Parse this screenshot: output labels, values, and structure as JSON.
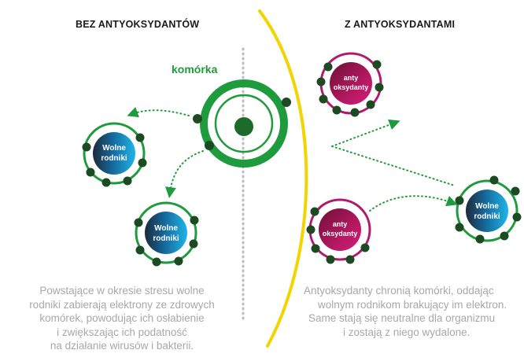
{
  "left": {
    "heading": "BEZ ANTYOKSYDANTÓW",
    "cell_label": "komórka",
    "radical_label": [
      "Wolne",
      "rodniki"
    ],
    "caption_lines": [
      "Powstające w okresie stresu wolne",
      "rodniki zabierają elektrony ze zdrowych",
      "komórek, powodując ich osłabienie",
      "i zwiększając ich podatność",
      "na działanie wirusów i bakterii."
    ]
  },
  "right": {
    "heading": "Z ANTYOKSYDANTAMI",
    "antioxidant_label": [
      "anty",
      "oksydanty"
    ],
    "radical_label": [
      "Wolne",
      "rodniki"
    ],
    "caption_lines": [
      "Antyoksydanty chronią komórki, oddając",
      "wolnym rodnikom brakujący im elektron.",
      "Same stają się neutralne dla organizmu",
      "i zostają z niego wydalone."
    ]
  },
  "colors": {
    "green": "#1e9b3c",
    "dark_green": "#1c4a22",
    "yellow": "#f2d500",
    "magenta": "#b0196e",
    "blue": "#1aa3d9",
    "caption_gray": "#a8a8a8"
  }
}
